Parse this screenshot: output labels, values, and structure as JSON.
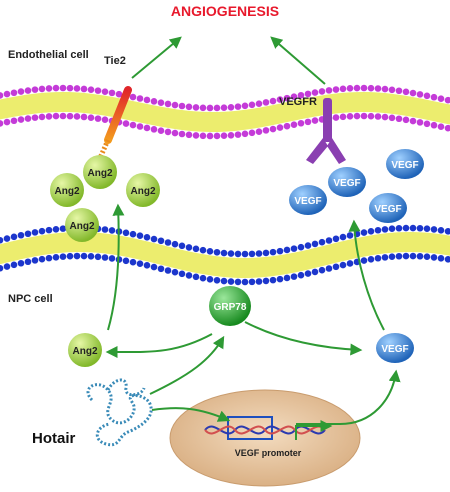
{
  "title": "ANGIOGENESIS",
  "labels": {
    "endothelial_cell": "Endothelial cell",
    "npc_cell": "NPC cell",
    "tie2": "Tie2",
    "vegfr": "VEGFR",
    "grp78": "GRP78",
    "hotair": "Hotair",
    "vegf_promoter": "VEGF promoter"
  },
  "ang2_label": "Ang2",
  "vegf_label": "VEGF",
  "colors": {
    "title": "#e8192c",
    "arrow": "#2e9a34",
    "membrane_top": "#c43bd8",
    "membrane_bottom": "#1c36cc",
    "lipid_core": "#eced6e",
    "ang2": "#9ed43a",
    "vegf": "#2e7fd8",
    "grp78": "#2fa82f",
    "nucleus": "#e5c6a0"
  }
}
